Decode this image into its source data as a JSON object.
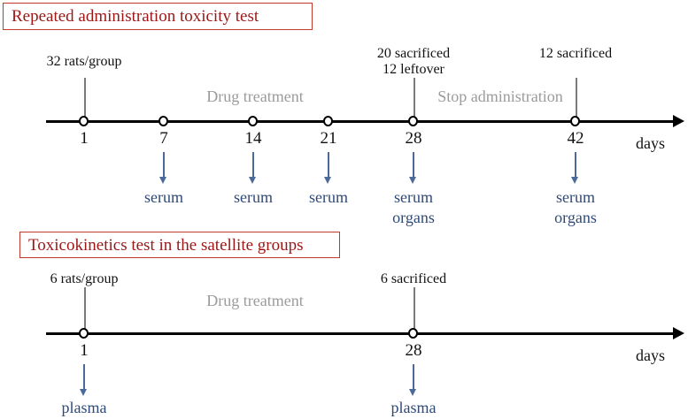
{
  "sections": [
    {
      "title": "Repeated administration toxicity test",
      "group_note": "32 rats/group",
      "phase_labels": [
        {
          "text": "Drug treatment"
        },
        {
          "text": "Stop administration"
        }
      ],
      "axis_unit": "days",
      "notes": [
        {
          "lines": [
            "20 sacrificed",
            "12 leftover"
          ]
        },
        {
          "lines": [
            "12 sacrificed"
          ]
        }
      ],
      "timepoints": [
        {
          "day": "1",
          "samples": []
        },
        {
          "day": "7",
          "samples": [
            "serum"
          ]
        },
        {
          "day": "14",
          "samples": [
            "serum"
          ]
        },
        {
          "day": "21",
          "samples": [
            "serum"
          ]
        },
        {
          "day": "28",
          "samples": [
            "serum",
            "organs"
          ]
        },
        {
          "day": "42",
          "samples": [
            "serum",
            "organs"
          ]
        }
      ]
    },
    {
      "title": "Toxicokinetics test in the satellite groups",
      "group_note": "6 rats/group",
      "phase_labels": [
        {
          "text": "Drug treatment"
        }
      ],
      "axis_unit": "days",
      "notes": [
        {
          "lines": [
            "6 sacrificed"
          ]
        }
      ],
      "timepoints": [
        {
          "day": "1",
          "samples": [
            "plasma"
          ]
        },
        {
          "day": "28",
          "samples": [
            "plasma"
          ]
        }
      ]
    }
  ],
  "colors": {
    "title_border": "#c0392b",
    "title_text": "#9c1616",
    "axis": "#000000",
    "phase_text": "#9b9b9b",
    "sample_arrow": "#4a6b9a",
    "sample_text": "#2f4a77"
  }
}
